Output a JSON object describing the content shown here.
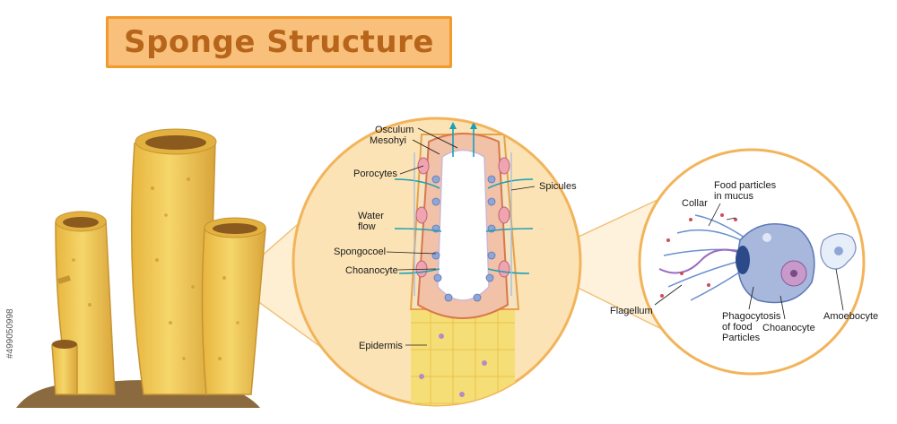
{
  "title": "Sponge Structure",
  "stock_id": "#499050998",
  "labels": {
    "osculum": "Osculum",
    "mesohyl": "Mesohyi",
    "porocytes": "Porocytes",
    "spicules": "Spicules",
    "water_flow_1": "Water",
    "water_flow_2": "flow",
    "spongocoel": "Spongocoel",
    "choanocyte_left": "Choanocyte",
    "epidermis": "Epidermis",
    "collar": "Collar",
    "food_particles_1": "Food particles",
    "food_particles_2": "in mucus",
    "flagellum": "Flagellum",
    "phago_1": "Phagocytosis",
    "phago_2": "of food",
    "phago_3": "Particles",
    "choanocyte_right": "Choanocyte",
    "amoebocyte": "Amoebocyte"
  },
  "colors": {
    "sponge_body": "#f2c94c",
    "sponge_shade": "#d9a53a",
    "circle_fill": "#fbe3b5",
    "circle_stroke": "#f2b45a",
    "cell_blue": "#8fa6d6",
    "title_bg": "#f8c07a",
    "title_border": "#f39a2e",
    "title_text": "#b8651c"
  }
}
